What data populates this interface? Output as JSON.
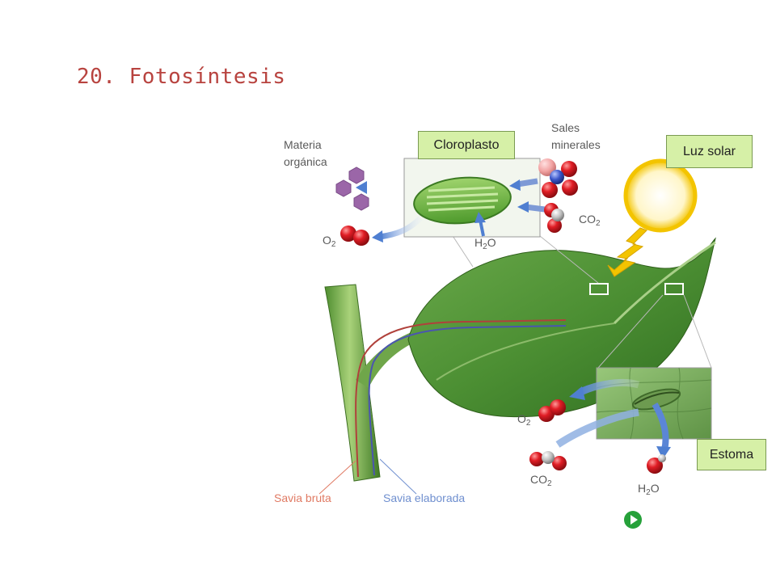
{
  "title": "20. Fotosíntesis",
  "labels": {
    "materia": "Materia orgánica",
    "cloroplasto": "Cloroplasto",
    "sales": "Sales minerales",
    "luz": "Luz solar",
    "o2_a_base": "O",
    "o2_a_sub": "2",
    "h2o_a_base1": "H",
    "h2o_a_sub": "2",
    "h2o_a_base2": "O",
    "co2_a_base": "CO",
    "co2_a_sub": "2",
    "o2_b_base": "O",
    "o2_b_sub": "2",
    "estoma": "Estoma",
    "co2_b_base": "CO",
    "co2_b_sub": "2",
    "h2o_b_base1": "H",
    "h2o_b_sub": "2",
    "h2o_b_base2": "O",
    "savia_bruta": "Savia bruta",
    "savia_elaborada": "Savia elaborada"
  },
  "colors": {
    "title": "#b8433f",
    "leaf": "#4f9a3a",
    "box_fill": "#d6f0a7",
    "savia_bruta": "#e07a63",
    "savia_elaborada": "#6f8fcf",
    "sun": "#f3c400",
    "play": "#26a13a"
  },
  "icons": {
    "play": "play-icon"
  }
}
